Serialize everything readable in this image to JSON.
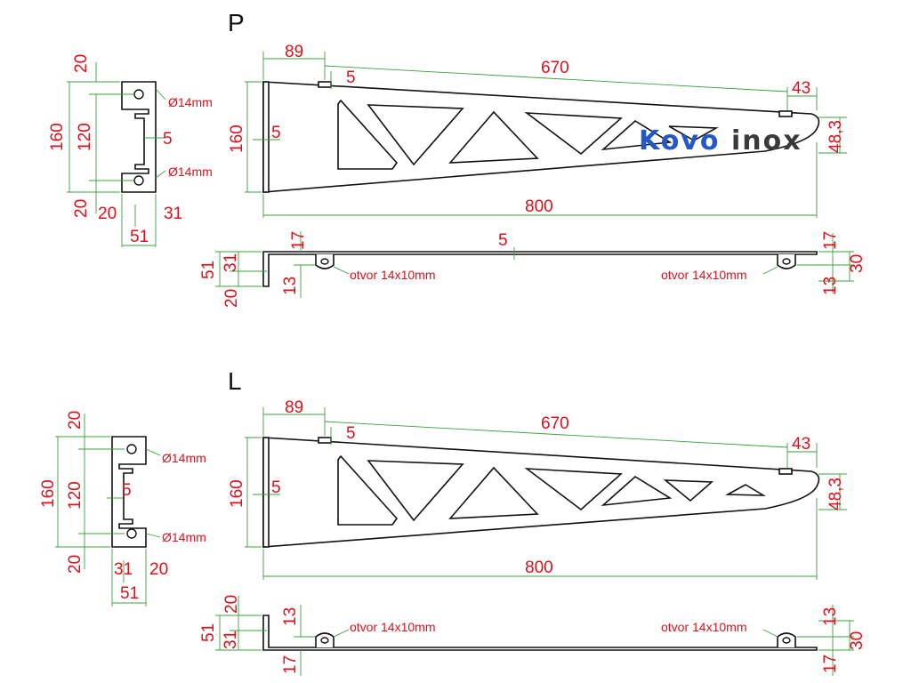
{
  "colors": {
    "dimension_text": "#e0101a",
    "dimension_line": "#3aa03a",
    "outline": "#111111",
    "brand_blue": "#2358c8",
    "brand_grey": "#3a3a3a"
  },
  "brand": {
    "part1": "Kovo",
    "part2": "inox"
  },
  "top": {
    "label": "P",
    "side": {
      "d20_top": "20",
      "d120": "120",
      "d160": "160",
      "d5": "5",
      "d20_bottom": "20",
      "d20_base": "20",
      "d31": "31",
      "d51": "51",
      "hole_top": "Ø14mm",
      "hole_bottom": "Ø14mm"
    },
    "front": {
      "d89": "89",
      "d670": "670",
      "d5_top": "5",
      "d43": "43",
      "d160": "160",
      "d5_left": "5",
      "d48_3": "48,3",
      "d800": "800"
    },
    "plan": {
      "d17_left": "17",
      "d51": "51",
      "d31": "31",
      "d20": "20",
      "d13_left": "13",
      "d5": "5",
      "slot_left": "otvor 14x10mm",
      "slot_right": "otvor 14x10mm",
      "d17_right": "17",
      "d30": "30",
      "d13_right": "13"
    }
  },
  "bottom": {
    "label": "L",
    "side": {
      "d20_top": "20",
      "d160": "160",
      "d120": "120",
      "d5": "5",
      "d20_bottom": "20",
      "d31": "31",
      "d20_base": "20",
      "d51": "51",
      "hole_top": "Ø14mm",
      "hole_bottom": "Ø14mm"
    },
    "front": {
      "d89": "89",
      "d670": "670",
      "d5_top": "5",
      "d43": "43",
      "d160": "160",
      "d5_left": "5",
      "d48_3": "48,3",
      "d800": "800"
    },
    "plan": {
      "d20": "20",
      "d13_left": "13",
      "d51": "51",
      "d31": "31",
      "d17_left": "17",
      "slot_left": "otvor 14x10mm",
      "slot_right": "otvor 14x10mm",
      "d13_right": "13",
      "d30": "30",
      "d17_right": "17"
    }
  }
}
